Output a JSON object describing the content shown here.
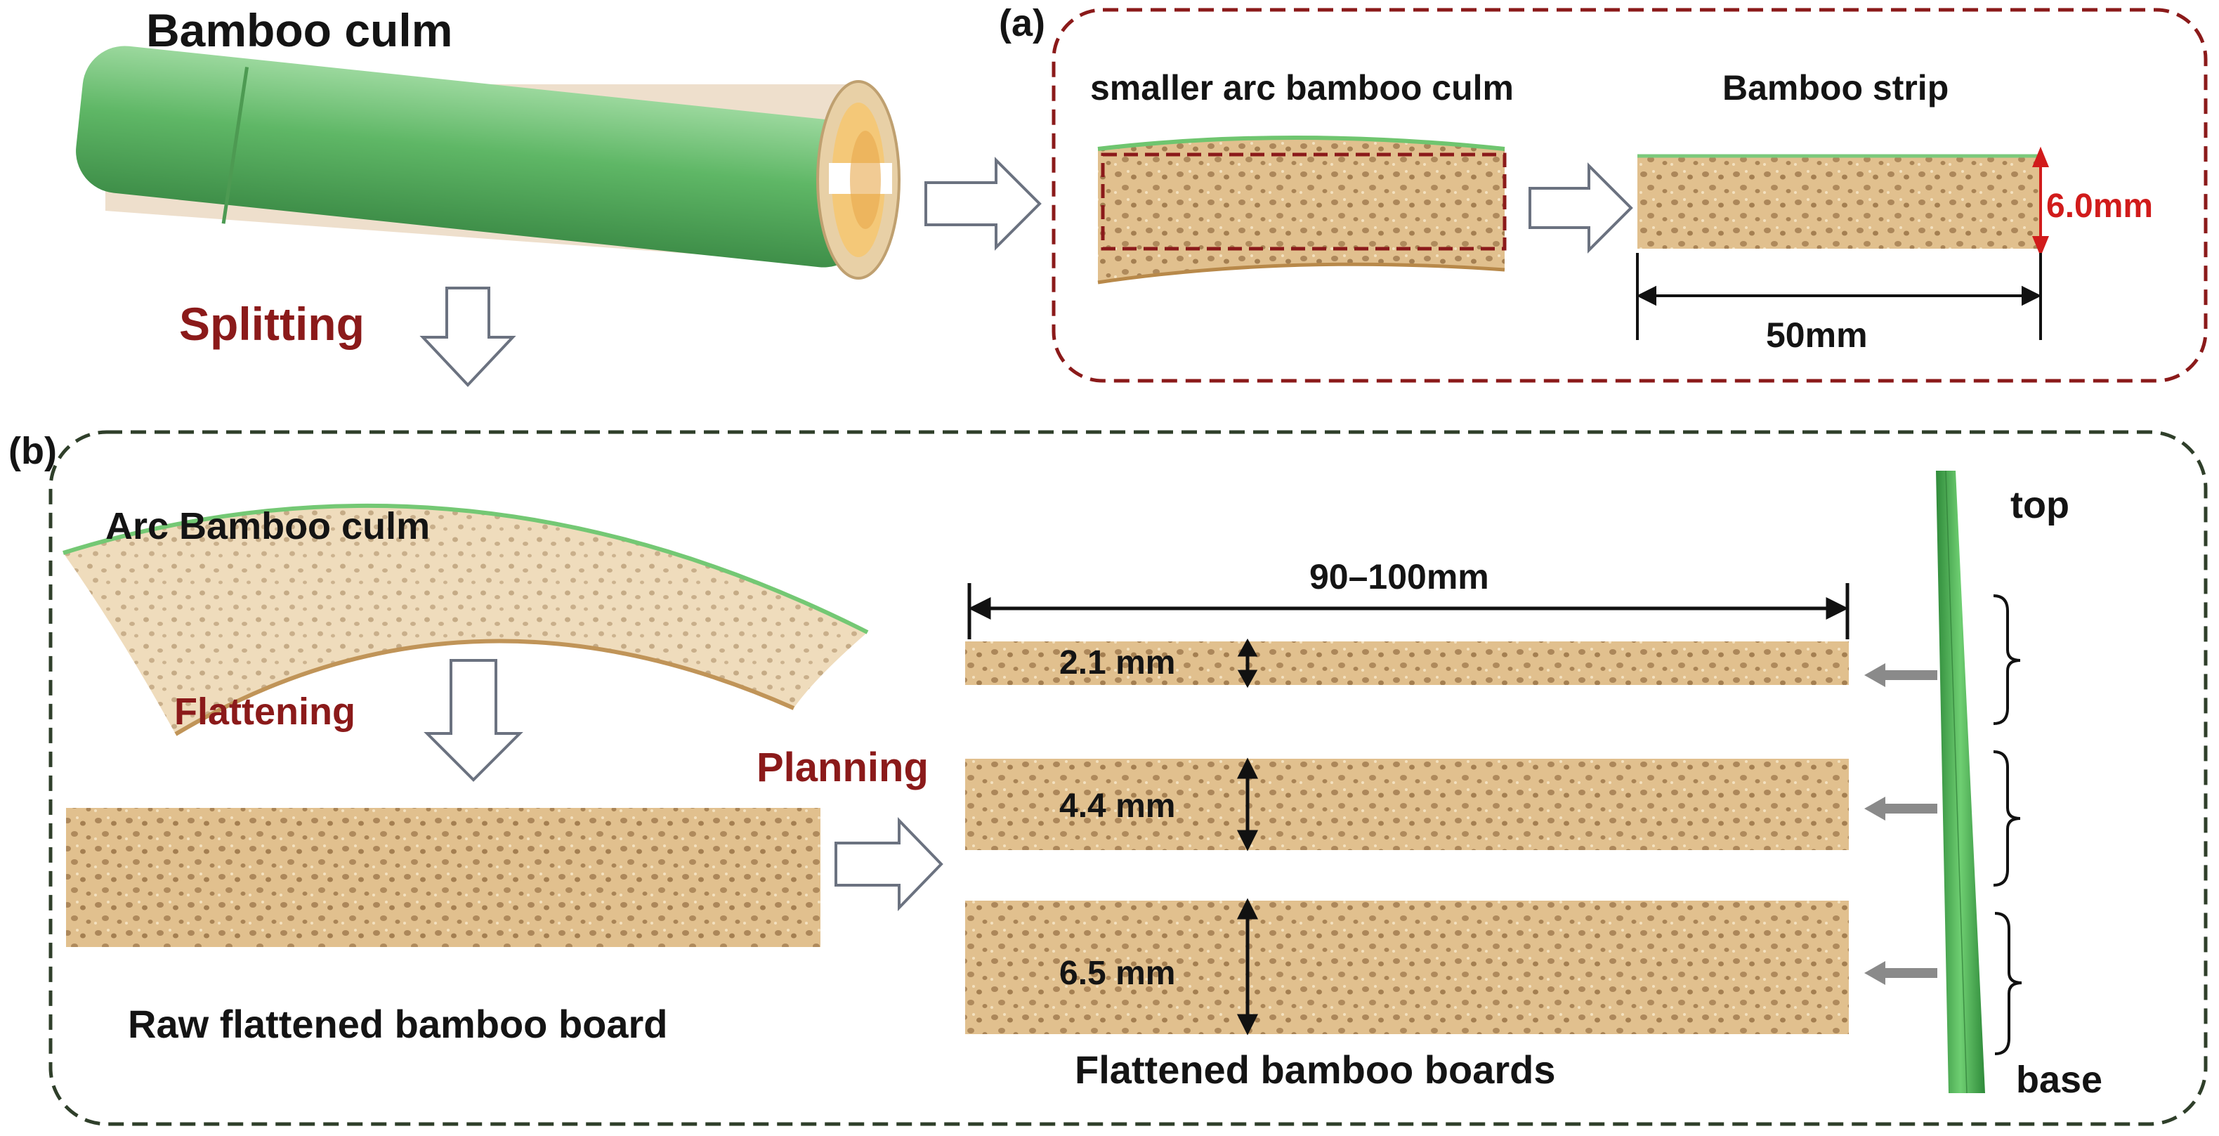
{
  "title": "Bamboo culm",
  "process_labels": {
    "splitting": "Splitting",
    "flattening": "Flattening",
    "planning": "Planning"
  },
  "panel_a": {
    "tag": "(a)",
    "arc_label": "smaller arc bamboo culm",
    "strip_label": "Bamboo strip",
    "strip_thickness": "6.0mm",
    "strip_width": "50mm"
  },
  "panel_b": {
    "tag": "(b)",
    "arc_label": "Arc Bamboo culm",
    "raw_board_label": "Raw flattened bamboo board",
    "boards_label": "Flattened bamboo boards",
    "boards_width": "90–100mm",
    "thicknesses": [
      "2.1 mm",
      "4.4 mm",
      "6.5 mm"
    ],
    "culm_top": "top",
    "culm_base": "base"
  },
  "colors": {
    "panel_a_border": "#8b1a1a",
    "panel_b_border": "#2f3f2a",
    "red_text": "#8b1a1a",
    "dimension_red": "#d11b1b",
    "bamboo_green": "#63b868",
    "bamboo_tan": "#e3c595",
    "arrow_grey": "#8a8a8a"
  }
}
